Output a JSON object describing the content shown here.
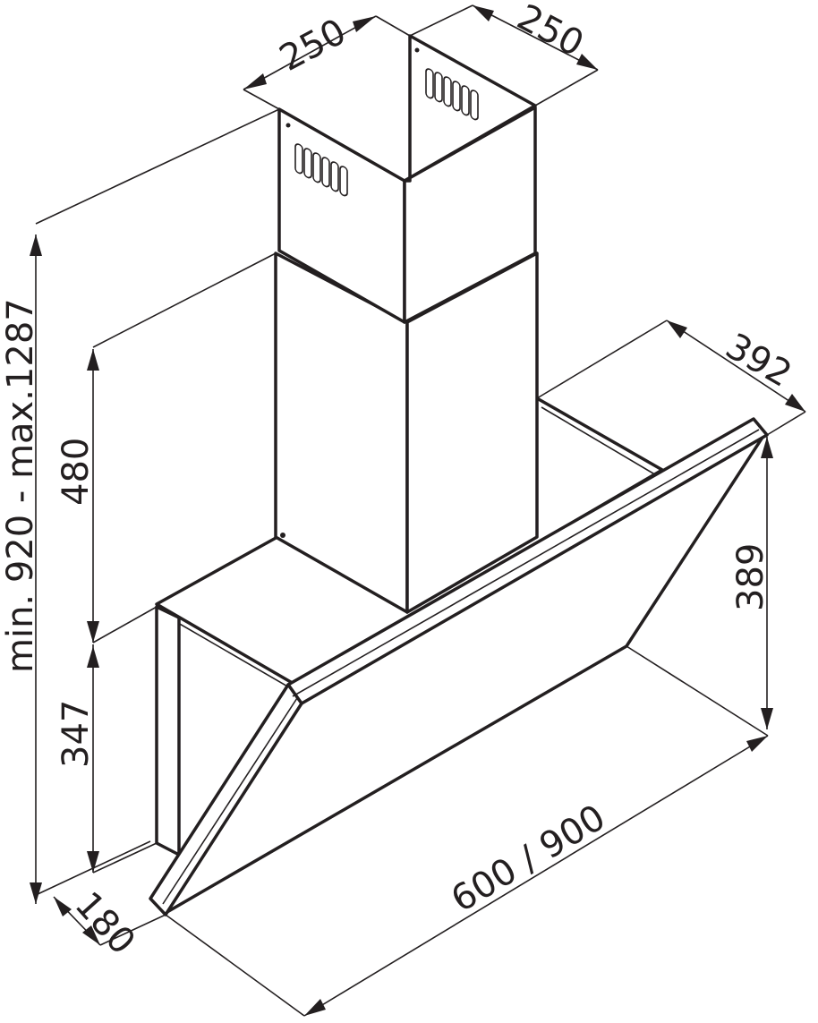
{
  "drawing": {
    "subject": "Inclined chimney cooker hood dimension drawing",
    "dimensions": {
      "chimney_width": "250",
      "chimney_depth": "250",
      "total_height": "min. 920 - max.1287",
      "upper_chimney_height": "480",
      "body_height": "347",
      "body_depth": "180",
      "top_depth": "392",
      "glass_height": "389",
      "width": "600 / 900"
    }
  }
}
